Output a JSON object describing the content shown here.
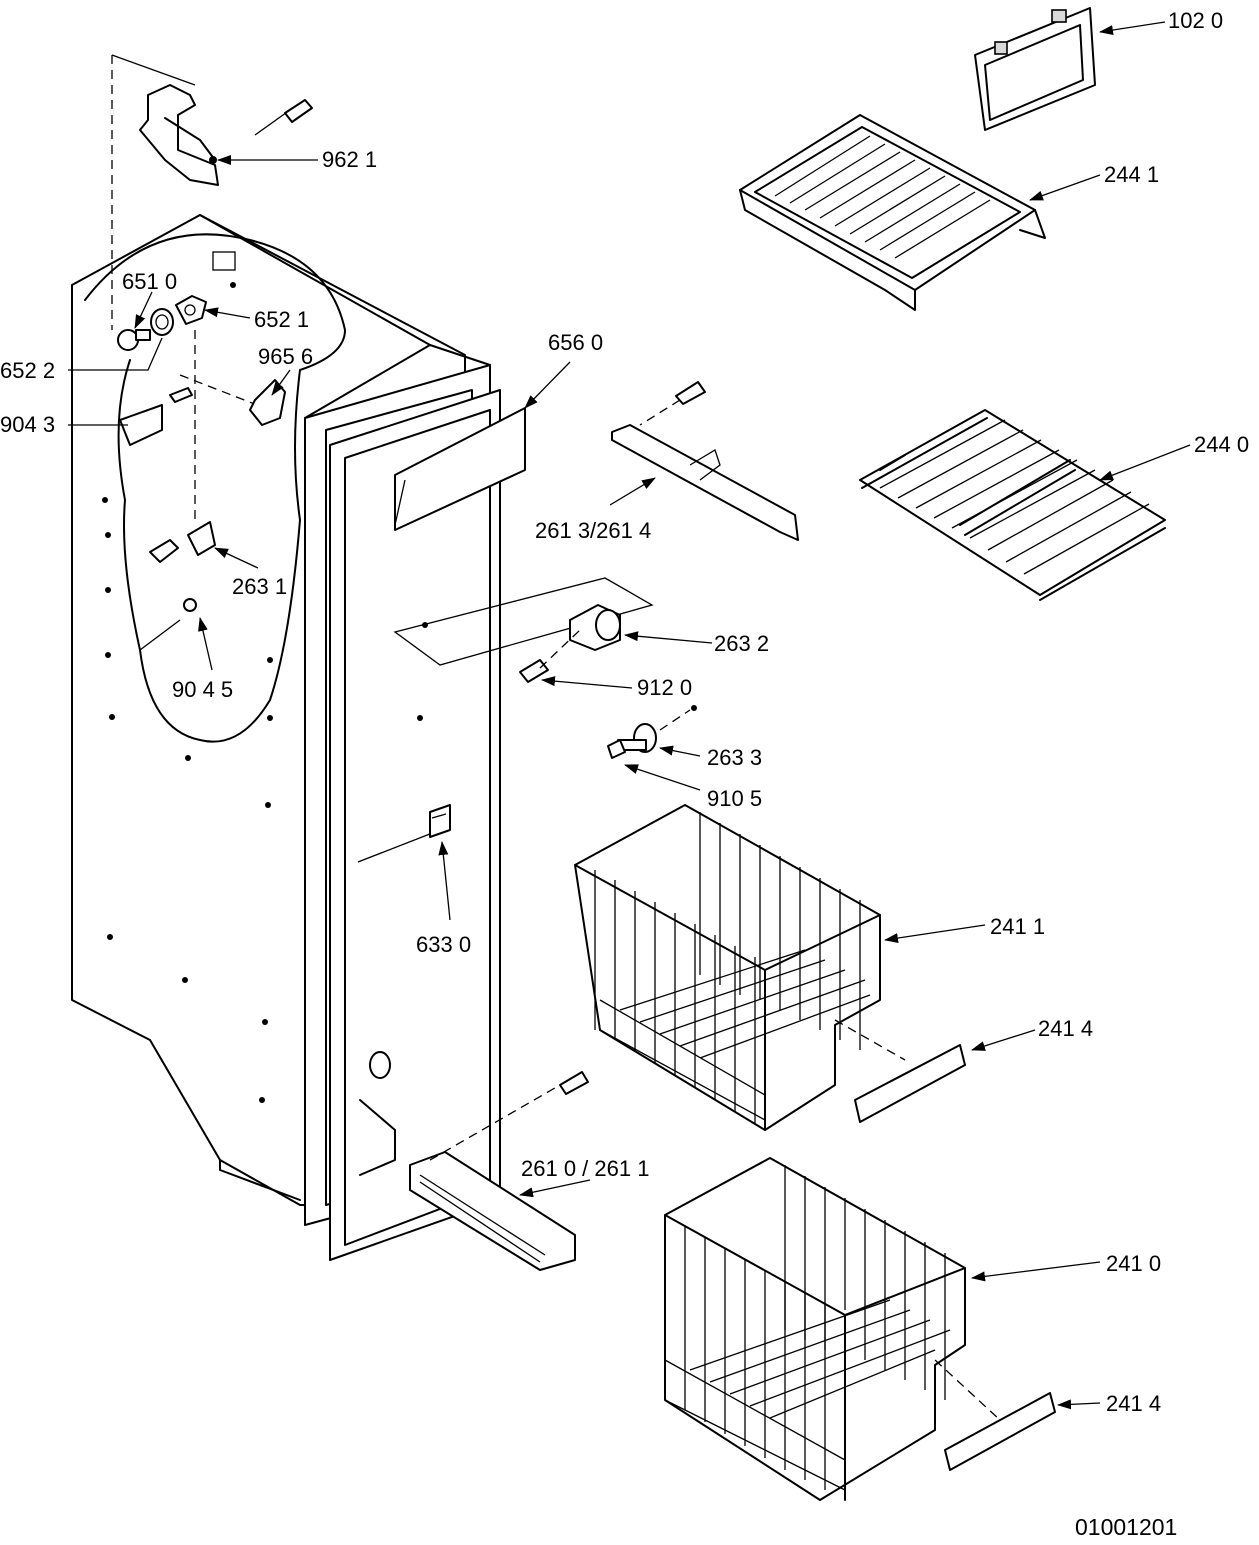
{
  "diagram": {
    "drawing_number": "01001201",
    "parts": [
      {
        "id": "p1020",
        "label": "102 0"
      },
      {
        "id": "p2441",
        "label": "244 1"
      },
      {
        "id": "p9621",
        "label": "962 1"
      },
      {
        "id": "p6510",
        "label": "651 0"
      },
      {
        "id": "p6521",
        "label": "652 1"
      },
      {
        "id": "p6522",
        "label": "652 2"
      },
      {
        "id": "p9656",
        "label": "965 6"
      },
      {
        "id": "p6560",
        "label": "656 0"
      },
      {
        "id": "p9043",
        "label": "904 3"
      },
      {
        "id": "p2440",
        "label": "244 0"
      },
      {
        "id": "p2613",
        "label": "261 3/261 4"
      },
      {
        "id": "p2631",
        "label": "263 1"
      },
      {
        "id": "p2632",
        "label": "263 2"
      },
      {
        "id": "p9045",
        "label": "90 4 5"
      },
      {
        "id": "p9120",
        "label": "912 0"
      },
      {
        "id": "p2633",
        "label": "263 3"
      },
      {
        "id": "p9105",
        "label": "910 5"
      },
      {
        "id": "p6330",
        "label": "633 0"
      },
      {
        "id": "p2411",
        "label": "241 1"
      },
      {
        "id": "p2414a",
        "label": "241 4"
      },
      {
        "id": "p2610",
        "label": "261 0 / 261 1"
      },
      {
        "id": "p2410",
        "label": "241 0"
      },
      {
        "id": "p2414b",
        "label": "241 4"
      }
    ]
  }
}
